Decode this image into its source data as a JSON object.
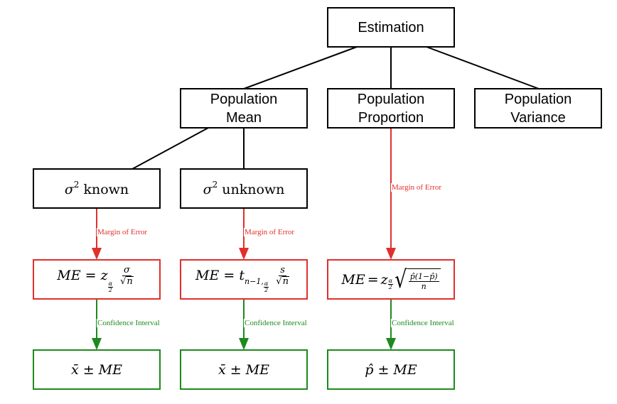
{
  "nodes": {
    "estimation": "Estimation",
    "population_mean": "Population Mean",
    "population_proportion": "Population Proportion",
    "population_variance": "Population Variance",
    "sigma_known": {
      "symbol": "σ",
      "power": "2",
      "word": "known"
    },
    "sigma_unknown": {
      "symbol": "σ",
      "power": "2",
      "word": "unknown"
    }
  },
  "formulas": {
    "me_known": {
      "lhs": "ME",
      "eq": "=",
      "var": "z",
      "alpha": "α",
      "two": "2",
      "num": "σ",
      "den": "n"
    },
    "me_unknown": {
      "lhs": "ME",
      "eq": "=",
      "var": "t",
      "sub_prefix": "n−1,",
      "alpha": "α",
      "two": "2",
      "num": "s",
      "den": "n"
    },
    "me_proportion": {
      "lhs": "ME",
      "eq": "=",
      "var": "z",
      "alpha": "α",
      "two": "2",
      "num": "p̂(1−p̂)",
      "den": "n"
    },
    "ci_known": "x̄ ± ME",
    "ci_unknown": "x̄ ± ME",
    "ci_proportion": "p̂ ± ME"
  },
  "edge_labels": {
    "margin_of_error": "Margin of Error",
    "confidence_interval": "Confidence Interval"
  },
  "colors": {
    "tree_line": "#000000",
    "margin_of_error": "#e0302c",
    "confidence_interval": "#1d8a1d"
  }
}
